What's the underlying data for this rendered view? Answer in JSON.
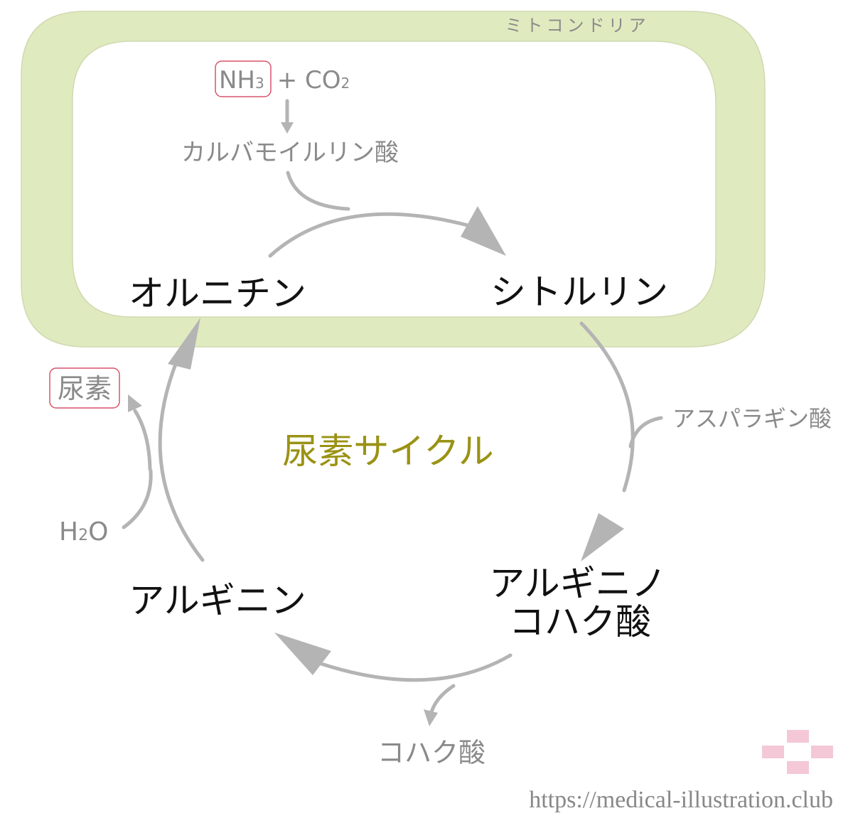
{
  "compartment": {
    "label": "ミトコンドリア"
  },
  "inputs": {
    "ammonia_base": "NH",
    "ammonia_sub": "3",
    "plus": "+",
    "co2_base": "CO",
    "co2_sub": "2"
  },
  "carbamoyl": "カルバモイルリン酸",
  "nodes": {
    "ornithine": "オルニチン",
    "citrulline": "シトルリン",
    "argininosuccinate_line1": "アルギニノ",
    "argininosuccinate_line2": "コハク酸",
    "arginine": "アルギニン"
  },
  "side": {
    "aspartate": "アスパラギン酸",
    "fumarate": "コハク酸",
    "water_base": "H",
    "water_sub": "2",
    "water_tail": "O",
    "urea": "尿素"
  },
  "center_title": "尿素サイクル",
  "watermark": "https://medical-illustration.club",
  "colors": {
    "mito_fill": "#dfeabf",
    "mito_stroke": "#cfd9b0",
    "arrow": "#b4b4b4",
    "label_gray": "#8a8a8a",
    "node_text": "#111111",
    "title": "#9a9214",
    "highlight_box": "#d9546b",
    "logo_pink": "#f4c8d6"
  }
}
